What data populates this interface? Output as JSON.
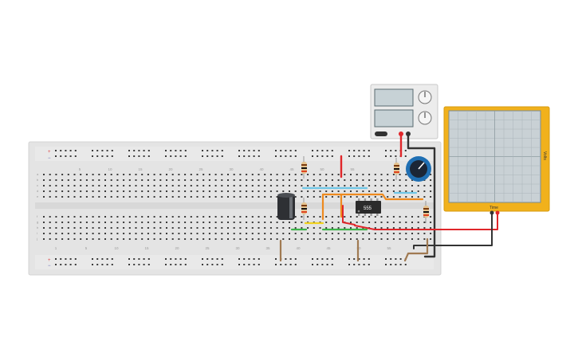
{
  "breadboard": {
    "columns_top": [
      "5",
      "10",
      "15",
      "20",
      "25",
      "30",
      "40",
      "45",
      "50",
      "55"
    ],
    "columns_bottom": [
      "1",
      "5",
      "10",
      "15",
      "20",
      "25",
      "30",
      "35",
      "40",
      "45",
      "50",
      "55"
    ],
    "rows_top": [
      "a",
      "b",
      "c",
      "d",
      "e"
    ],
    "rows_bottom": [
      "f",
      "g",
      "h",
      "i",
      "j"
    ],
    "rail_plus": "+",
    "rail_minus": "−"
  },
  "chip": {
    "label": "555"
  },
  "oscilloscope": {
    "time_label": "Time",
    "volts_label": "Volts"
  },
  "power_supply": {
    "label": ""
  },
  "colors": {
    "board": "#e4e4e4",
    "scope_frame": "#f1b11c",
    "scope_screen": "#c9d1d5",
    "wire_red": "#e0262a",
    "wire_black": "#333333",
    "wire_orange": "#ee8a1e",
    "wire_cyan": "#6ec6e6",
    "wire_green": "#3db34a",
    "wire_yellow": "#f1d21e",
    "wire_brown": "#a07a52",
    "pot_blue": "#1f6fb3"
  }
}
